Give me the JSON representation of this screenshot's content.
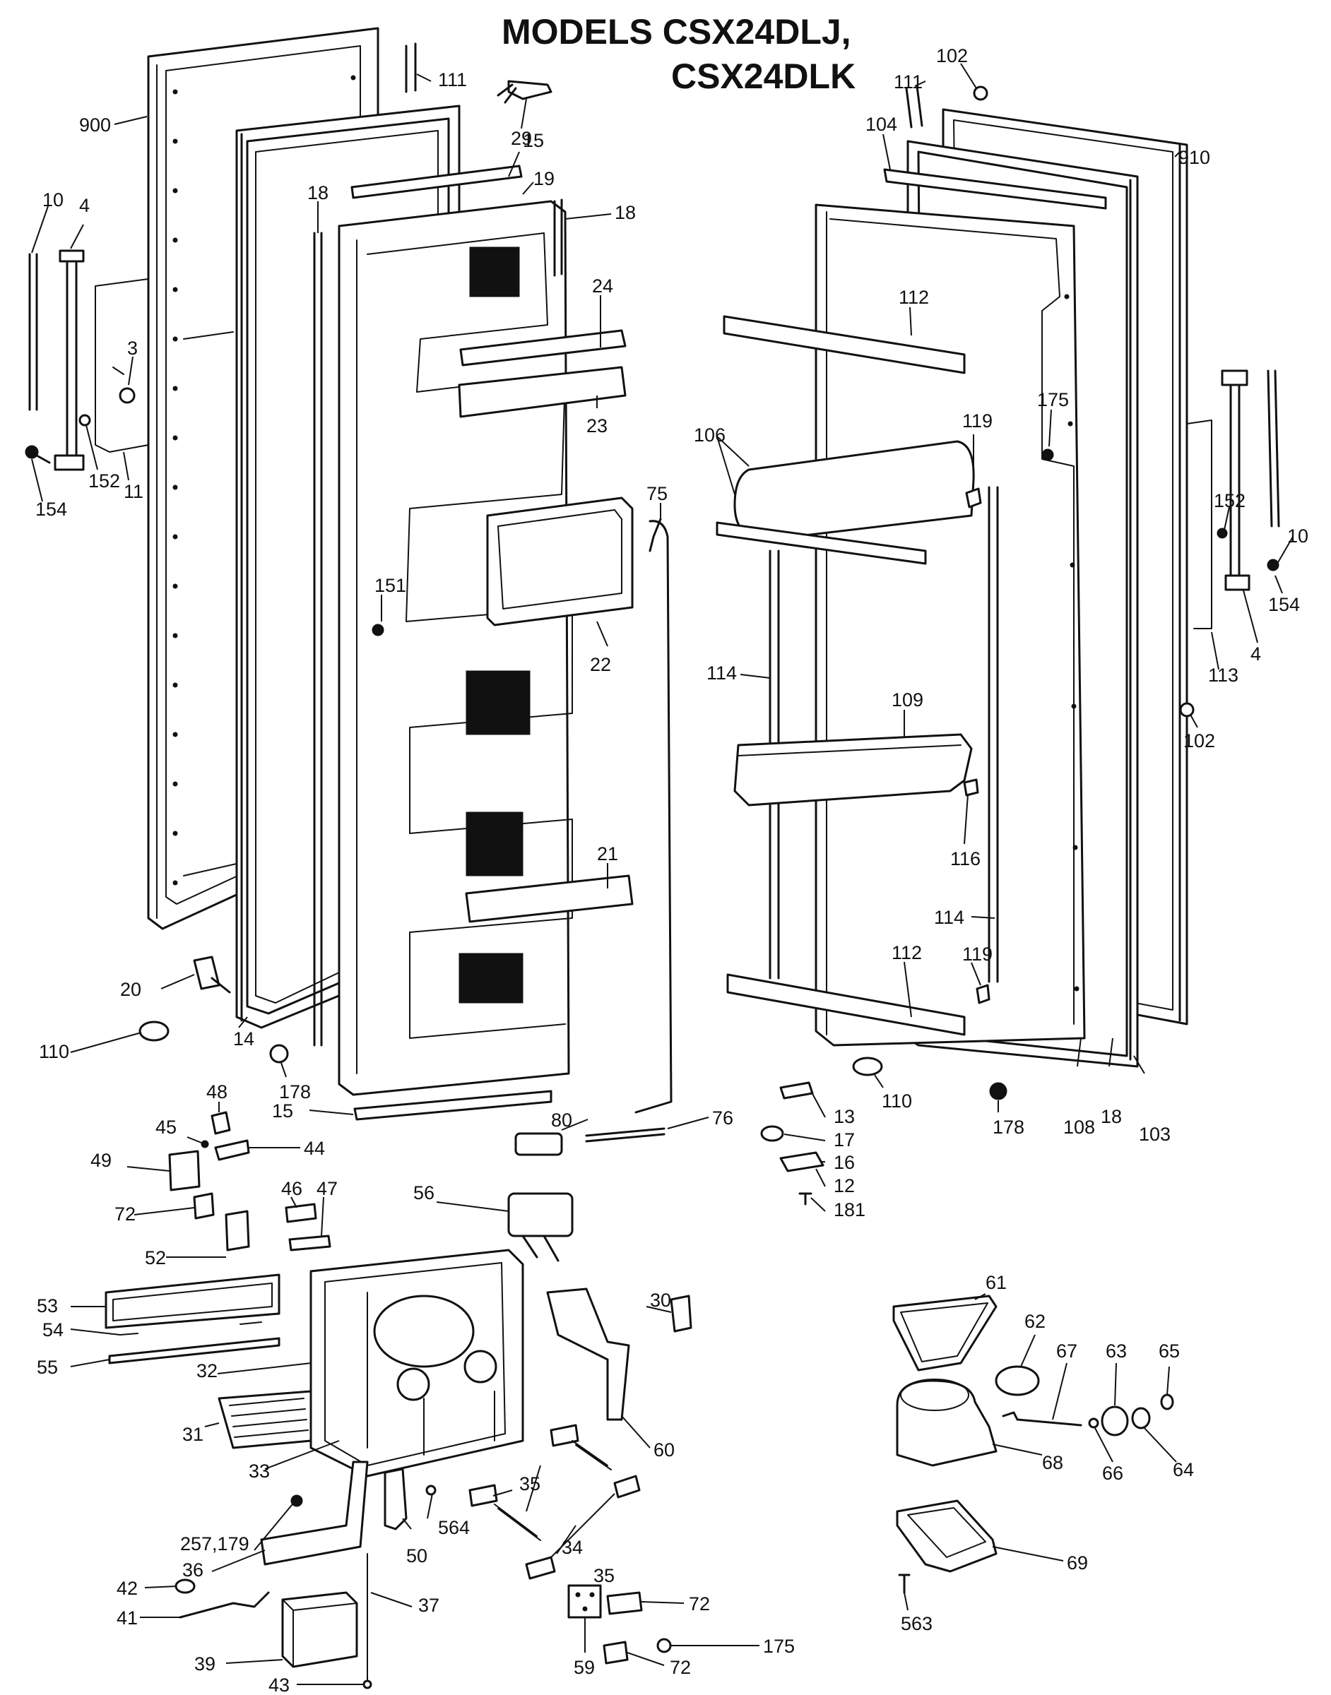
{
  "title": {
    "line1": "MODELS CSX24DLJ,",
    "line2": "CSX24DLK"
  },
  "callouts": {
    "c900": "900",
    "c111a": "111",
    "c29": "29",
    "c15a": "15",
    "c19": "19",
    "c18a": "18",
    "c18b": "18",
    "c10a": "10",
    "c4a": "4",
    "c3": "3",
    "c154a": "154",
    "c152a": "152",
    "c11": "11",
    "c24": "24",
    "c23": "23",
    "c151": "151",
    "c22": "22",
    "c75": "75",
    "c21": "21",
    "c20": "20",
    "c14": "14",
    "c110a": "110",
    "c178a": "178",
    "c15b": "15",
    "c80": "80",
    "c76": "76",
    "c102a": "102",
    "c111b": "111",
    "c104": "104",
    "c910": "910",
    "c112a": "112",
    "c175a": "175",
    "c119a": "119",
    "c106": "106",
    "c152b": "152",
    "c10b": "10",
    "c154b": "154",
    "c4b": "4",
    "c113": "113",
    "c102b": "102",
    "c114a": "114",
    "c109": "109",
    "c116": "116",
    "c114b": "114",
    "c112b": "112",
    "c119b": "119",
    "c110b": "110",
    "c178b": "178",
    "c108": "108",
    "c18c": "18",
    "c103": "103",
    "c13": "13",
    "c17": "17",
    "c16": "16",
    "c12": "12",
    "c181": "181",
    "c48": "48",
    "c45": "45",
    "c44": "44",
    "c49": "49",
    "c72a": "72",
    "c46": "46",
    "c47": "47",
    "c56": "56",
    "c52": "52",
    "c53": "53",
    "c54": "54",
    "c55": "55",
    "c32": "32",
    "c30": "30",
    "c31": "31",
    "c33": "33",
    "c60": "60",
    "c35a": "35",
    "c34": "34",
    "c35b": "35",
    "c257": "257,179",
    "c564": "564",
    "c50": "50",
    "c36": "36",
    "c42": "42",
    "c41": "41",
    "c37": "37",
    "c39": "39",
    "c43": "43",
    "c59": "59",
    "c72b": "72",
    "c175b": "175",
    "c72c": "72",
    "c61": "61",
    "c62": "62",
    "c67": "67",
    "c63": "63",
    "c65": "65",
    "c66": "66",
    "c64": "64",
    "c68": "68",
    "c69": "69",
    "c563": "563"
  }
}
